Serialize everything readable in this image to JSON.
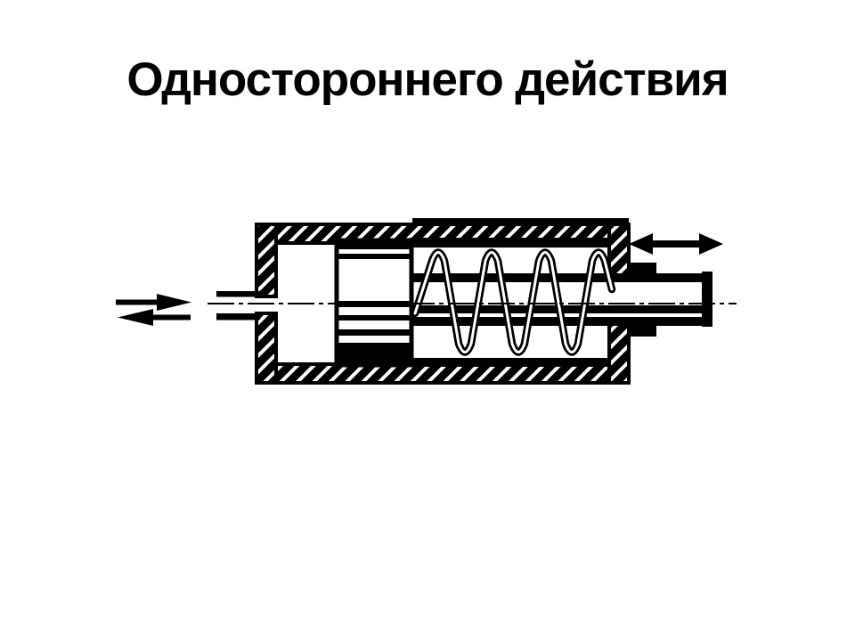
{
  "slide": {
    "title": "Одностороннего действия",
    "background_color": "#ffffff",
    "title_color": "#000000"
  },
  "diagram": {
    "ink_color": "#000000",
    "icons": [
      {
        "name": "flow-in-arrow-icon",
        "direction": "right"
      },
      {
        "name": "flow-out-arrow-icon",
        "direction": "left"
      },
      {
        "name": "rod-travel-arrow-icon",
        "direction": "left-right"
      }
    ]
  }
}
